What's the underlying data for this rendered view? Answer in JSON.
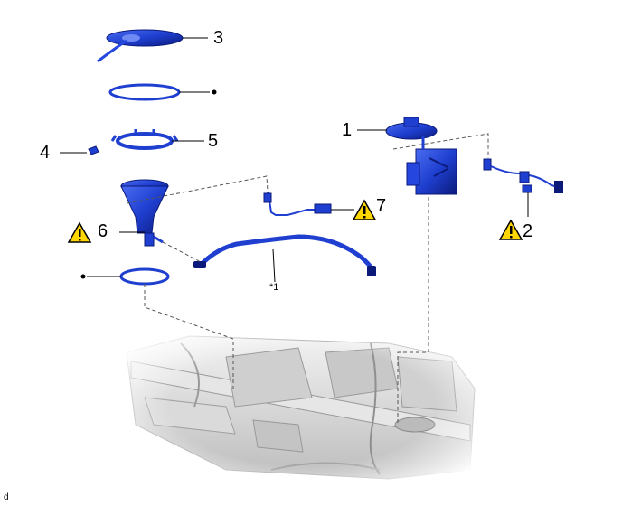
{
  "callouts": {
    "c1": "1",
    "c2": "2",
    "c3": "3",
    "c4": "4",
    "c5": "5",
    "c6": "6",
    "c7": "7",
    "note1": "*1"
  },
  "figure_code": "d",
  "icons": {
    "warning": "warning-triangle-icon",
    "dot": "bullet-dot-icon"
  },
  "colors": {
    "part_blue": "#1f3fd0",
    "part_dark": "#0b1a7a",
    "warning_yellow": "#ffd600",
    "vehicle_gray": "#d9d9d9"
  }
}
